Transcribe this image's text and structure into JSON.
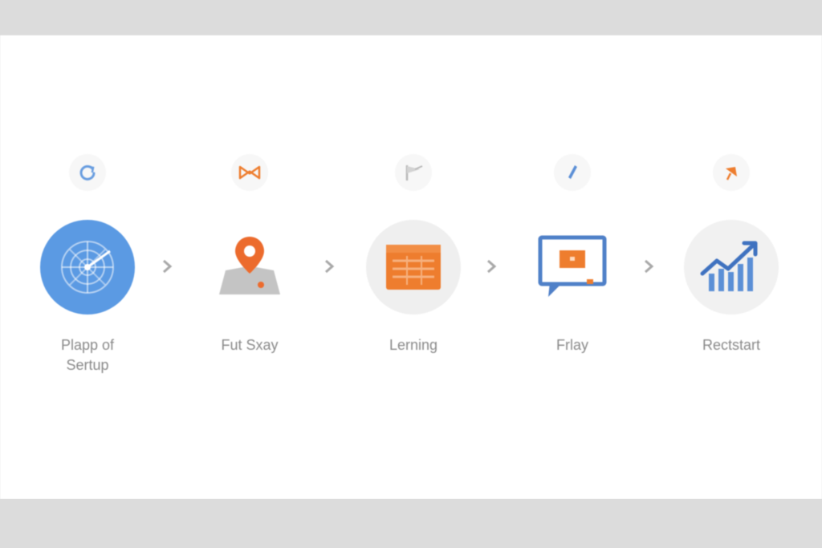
{
  "steps": [
    {
      "label_line1": "Plapp of",
      "label_line2": "Sertup",
      "mini_icon": "refresh-icon",
      "main_icon": "radar-globe-icon"
    },
    {
      "label_line1": "Fut Sxay",
      "label_line2": "",
      "mini_icon": "bowtie-icon",
      "main_icon": "map-pin-icon"
    },
    {
      "label_line1": "Lerning",
      "label_line2": "",
      "mini_icon": "flag-icon",
      "main_icon": "calendar-table-icon"
    },
    {
      "label_line1": "Frlay",
      "label_line2": "",
      "mini_icon": "pen-icon",
      "main_icon": "chat-screen-icon"
    },
    {
      "label_line1": "Rectstart",
      "label_line2": "",
      "mini_icon": "pin-icon",
      "main_icon": "growth-chart-icon"
    }
  ],
  "colors": {
    "blue": "#5b8fd6",
    "light_blue": "#6a9ee0",
    "orange": "#ee7d2e",
    "gray": "#b9b9b9",
    "label": "#8a8a8a",
    "arrow": "#a8a8a8"
  }
}
